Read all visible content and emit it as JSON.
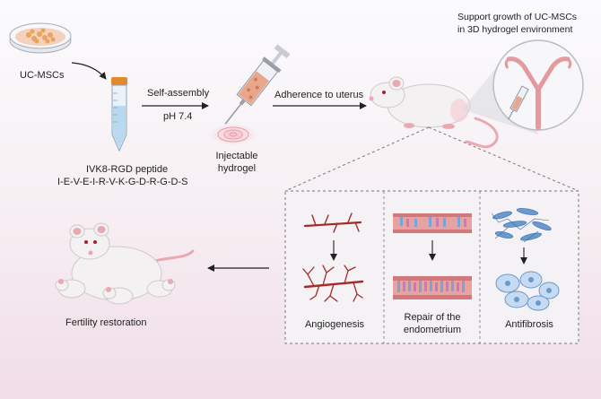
{
  "labels": {
    "ucmsc": "UC-MSCs",
    "self_assembly": "Self-assembly",
    "ph": "pH 7.4",
    "peptide_name": "IVK8-RGD peptide",
    "peptide_seq": "I-E-V-E-I-R-V-K-G-D-R-G-D-S",
    "injectable_1": "Injectable",
    "injectable_2": "hydrogel",
    "adherence": "Adherence to uterus",
    "support_1": "Support growth of UC-MSCs",
    "support_2": "in 3D hydrogel environment",
    "angiogenesis": "Angiogenesis",
    "repair_1": "Repair of the",
    "repair_2": "endometrium",
    "antifibrosis": "Antifibrosis",
    "fertility": "Fertility restoration"
  },
  "colors": {
    "arrow": "#222222",
    "dish": "#f0c9a8",
    "cells": "#e9a35f",
    "tube_cap": "#e0892f",
    "tube_liquid": "#b8d9ef",
    "hydrogel": "#e8a78b",
    "mouse_body": "#f3f1f1",
    "mouse_pink": "#e9a9b1",
    "vessel": "#a52a2a",
    "endometrium_band": "#e9a2a2",
    "fibro_blue": "#6a98cf",
    "panel_bg": "#f4f2f4",
    "dashed": "#777777"
  },
  "icons": [
    "petri-dish-icon",
    "centrifuge-tube-icon",
    "syringe-icon",
    "mouse-icon",
    "uterus-icon",
    "vessel-icon",
    "endometrium-icon",
    "fibroblast-icon",
    "mouse-family-icon"
  ]
}
